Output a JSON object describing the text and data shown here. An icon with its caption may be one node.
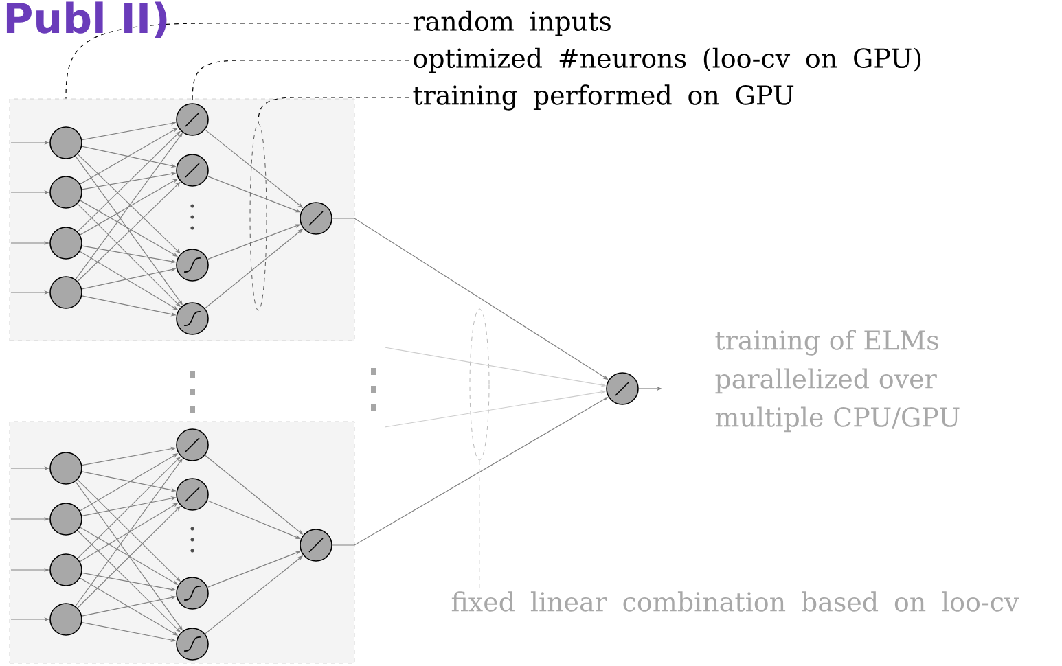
{
  "diagram": {
    "title": "Publ II)",
    "nodes": [
      {
        "text": [],
        "shape": "box"
      },
      {
        "text": [],
        "shape": "circle",
        "in": 0
      },
      {
        "text": [],
        "shape": "circle",
        "in": 0
      },
      {
        "text": [],
        "shape": "circle",
        "in": 0
      },
      {
        "text": [],
        "shape": "circle",
        "in": 0
      },
      {
        "text": [],
        "shape": "circle",
        "in": 0
      },
      {
        "text": [],
        "shape": "circle",
        "in": 0
      },
      {
        "text": [],
        "shape": "circle",
        "in": 0
      },
      {
        "text": [],
        "shape": "circle",
        "in": 0
      },
      {
        "text": [],
        "shape": "circle",
        "in": 0
      },
      {
        "text": [],
        "shape": "ellipse",
        "in": 0
      },
      {
        "text": [],
        "shape": "box"
      },
      {
        "text": [],
        "shape": "circle",
        "in": 11
      },
      {
        "text": [],
        "shape": "circle",
        "in": 11
      },
      {
        "text": [],
        "shape": "circle",
        "in": 11
      },
      {
        "text": [],
        "shape": "circle",
        "in": 11
      },
      {
        "text": [],
        "shape": "circle",
        "in": 11
      },
      {
        "text": [],
        "shape": "circle",
        "in": 11
      },
      {
        "text": [],
        "shape": "circle",
        "in": 11
      },
      {
        "text": [],
        "shape": "circle",
        "in": 11
      },
      {
        "text": [],
        "shape": "circle",
        "in": 11
      },
      {
        "text": [],
        "shape": "circle"
      },
      {
        "text": [],
        "shape": "ellipse"
      },
      {
        "text": [
          "random inputs"
        ]
      },
      {
        "text": [
          "optimized #neurons (loo-cv on GPU)"
        ]
      },
      {
        "text": [
          "training performed on GPU"
        ]
      },
      {
        "text": [
          "fixed linear combination based on loo-cv"
        ]
      }
    ],
    "edges": [
      {
        "from": null,
        "to": 1,
        "arrow": "to"
      },
      {
        "from": null,
        "to": 2,
        "arrow": "to"
      },
      {
        "from": null,
        "to": 3,
        "arrow": "to"
      },
      {
        "from": null,
        "to": 4,
        "arrow": "to"
      },
      {
        "from": 1,
        "to": 5,
        "arrow": "to"
      },
      {
        "from": 1,
        "to": 6,
        "arrow": "to"
      },
      {
        "from": 1,
        "to": 7,
        "arrow": "to"
      },
      {
        "from": 1,
        "to": 8,
        "arrow": "to"
      },
      {
        "from": 2,
        "to": 5,
        "arrow": "to"
      },
      {
        "from": 2,
        "to": 6,
        "arrow": "to"
      },
      {
        "from": 2,
        "to": 7,
        "arrow": "to"
      },
      {
        "from": 2,
        "to": 8,
        "arrow": "to"
      },
      {
        "from": 3,
        "to": 5,
        "arrow": "to"
      },
      {
        "from": 3,
        "to": 6,
        "arrow": "to"
      },
      {
        "from": 3,
        "to": 7,
        "arrow": "to"
      },
      {
        "from": 3,
        "to": 8,
        "arrow": "to"
      },
      {
        "from": 4,
        "to": 5,
        "arrow": "to"
      },
      {
        "from": 4,
        "to": 6,
        "arrow": "to"
      },
      {
        "from": 4,
        "to": 7,
        "arrow": "to"
      },
      {
        "from": 4,
        "to": 8,
        "arrow": "to"
      },
      {
        "from": 5,
        "to": 9,
        "arrow": "to"
      },
      {
        "from": 6,
        "to": 9,
        "arrow": "to"
      },
      {
        "from": 7,
        "to": 9,
        "arrow": "to"
      },
      {
        "from": 8,
        "to": 9,
        "arrow": "to"
      },
      {
        "from": null,
        "to": 12,
        "arrow": "to"
      },
      {
        "from": null,
        "to": 13,
        "arrow": "to"
      },
      {
        "from": null,
        "to": 14,
        "arrow": "to"
      },
      {
        "from": null,
        "to": 15,
        "arrow": "to"
      },
      {
        "from": 12,
        "to": 16,
        "arrow": "to"
      },
      {
        "from": 12,
        "to": 17,
        "arrow": "to"
      },
      {
        "from": 12,
        "to": 18,
        "arrow": "to"
      },
      {
        "from": 12,
        "to": 19,
        "arrow": "to"
      },
      {
        "from": 13,
        "to": 16,
        "arrow": "to"
      },
      {
        "from": 13,
        "to": 17,
        "arrow": "to"
      },
      {
        "from": 13,
        "to": 18,
        "arrow": "to"
      },
      {
        "from": 13,
        "to": 19,
        "arrow": "to"
      },
      {
        "from": 14,
        "to": 16,
        "arrow": "to"
      },
      {
        "from": 14,
        "to": 17,
        "arrow": "to"
      },
      {
        "from": 14,
        "to": 18,
        "arrow": "to"
      },
      {
        "from": 14,
        "to": 19,
        "arrow": "to"
      },
      {
        "from": 15,
        "to": 16,
        "arrow": "to"
      },
      {
        "from": 15,
        "to": 17,
        "arrow": "to"
      },
      {
        "from": 15,
        "to": 18,
        "arrow": "to"
      },
      {
        "from": 15,
        "to": 19,
        "arrow": "to"
      },
      {
        "from": 16,
        "to": 20,
        "arrow": "to"
      },
      {
        "from": 17,
        "to": 20,
        "arrow": "to"
      },
      {
        "from": 18,
        "to": 20,
        "arrow": "to"
      },
      {
        "from": 19,
        "to": 20,
        "arrow": "to"
      },
      {
        "from": 9,
        "to": 21,
        "arrow": "to"
      },
      {
        "from": 20,
        "to": 21,
        "arrow": "to"
      },
      {
        "from": null,
        "to": 21,
        "arrow": "to",
        "color": "#cccccc"
      },
      {
        "from": null,
        "to": 21,
        "arrow": "to",
        "color": "#cccccc"
      },
      {
        "from": 21,
        "to": null,
        "arrow": "to"
      },
      {
        "from": 23,
        "to": 0,
        "arrow": "none",
        "style": "dashed",
        "color": "#000000"
      },
      {
        "from": 24,
        "to": 5,
        "arrow": "none",
        "style": "dashed",
        "color": "#000000"
      },
      {
        "from": 25,
        "to": 10,
        "arrow": "none",
        "style": "dashed",
        "color": "#000000"
      },
      {
        "from": 26,
        "to": 22,
        "arrow": "none",
        "style": "dashed",
        "color": "#dddddd"
      }
    ],
    "labels": [
      "training of ELMs parallelized over multiple CPU/GPU"
    ]
  }
}
